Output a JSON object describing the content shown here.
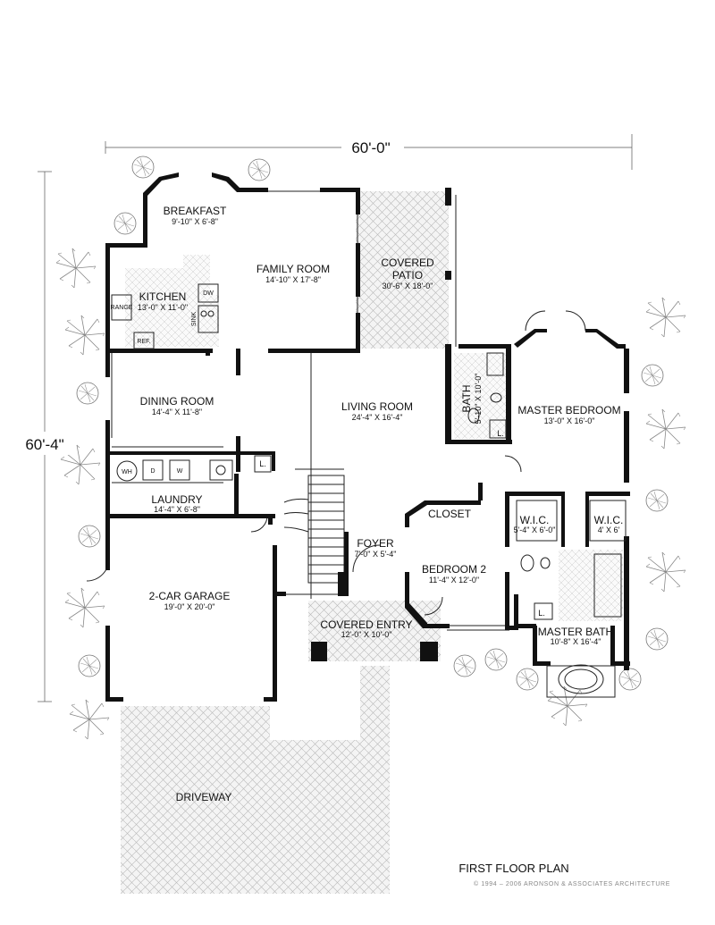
{
  "plan": {
    "title": "FIRST FLOOR PLAN",
    "copyright": "© 1994 – 2006 ARONSON & ASSOCIATES ARCHITECTURE",
    "overall_width": "60'-0\"",
    "overall_depth": "60'-4\""
  },
  "rooms": {
    "breakfast": {
      "name": "BREAKFAST",
      "dims": "9'-10\" X 6'-8\""
    },
    "family_room": {
      "name": "FAMILY ROOM",
      "dims": "14'-10\" X 17'-8\""
    },
    "covered_patio": {
      "name_line1": "COVERED",
      "name_line2": "PATIO",
      "dims": "30'-6\" X 18'-0\""
    },
    "kitchen": {
      "name": "KITCHEN",
      "dims": "13'-0\" X 11'-0\""
    },
    "dining_room": {
      "name": "DINING ROOM",
      "dims": "14'-4\" X 11'-8\""
    },
    "living_room": {
      "name": "LIVING ROOM",
      "dims": "24'-4\" X 16'-4\""
    },
    "bath": {
      "name": "BATH",
      "dims": "5'-10\" X 10'-0\""
    },
    "master_bedroom": {
      "name": "MASTER BEDROOM",
      "dims": "13'-0\" X 16'-0\""
    },
    "laundry": {
      "name": "LAUNDRY",
      "dims": "14'-4\" X 6'-8\""
    },
    "closet": {
      "name": "CLOSET"
    },
    "wic_1": {
      "name": "W.I.C.",
      "dims": "5'-4\" X 6'-0\""
    },
    "wic_2": {
      "name": "W.I.C.",
      "dims": "4' X 6'"
    },
    "foyer": {
      "name": "FOYER",
      "dims": "7'-0\" X 5'-4\""
    },
    "bedroom_2": {
      "name": "BEDROOM 2",
      "dims": "11'-4\" X 12'-0\""
    },
    "garage": {
      "name": "2-CAR GARAGE",
      "dims": "19'-0\" X 20'-0\""
    },
    "covered_entry": {
      "name": "COVERED ENTRY",
      "dims": "12'-0\" X 10'-0\""
    },
    "master_bath": {
      "name": "MASTER BATH",
      "dims": "10'-8\" X 16'-4\""
    },
    "driveway": {
      "name": "DRIVEWAY"
    }
  },
  "fixtures": {
    "range": "RANGE",
    "ref": "REF.",
    "dw": "DW",
    "sink": "SINK",
    "wh": "WH",
    "dryer": "D",
    "washer": "W",
    "linen": "L."
  }
}
